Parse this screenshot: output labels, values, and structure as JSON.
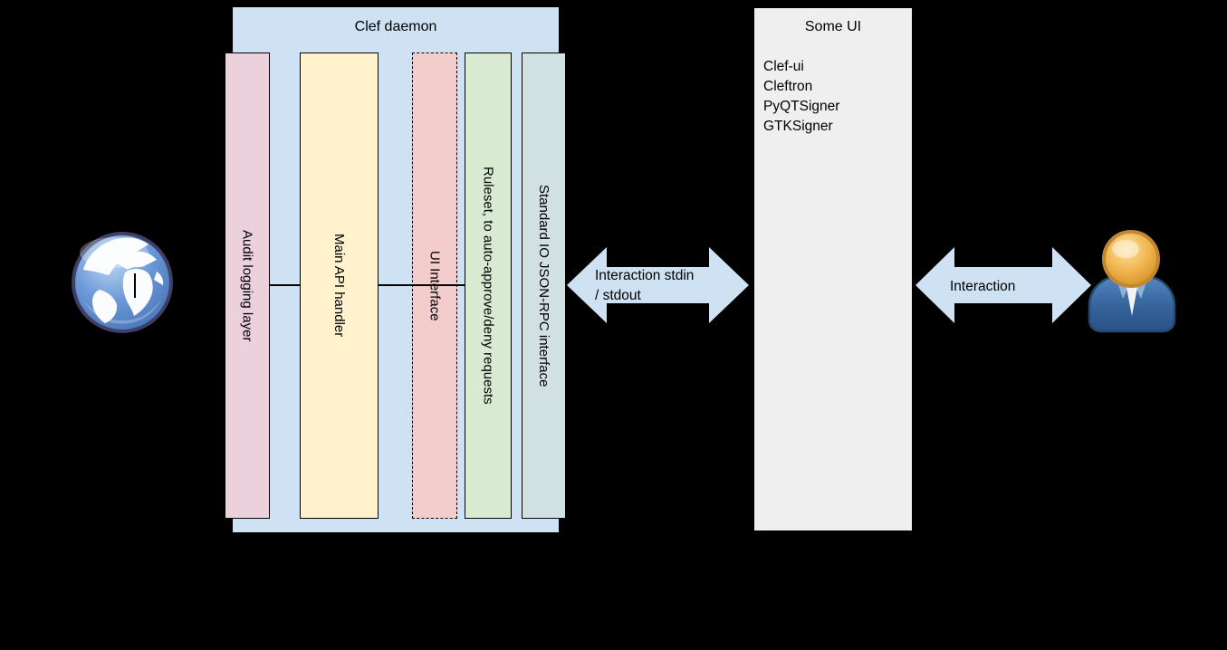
{
  "diagram": {
    "background_color": "#000000",
    "line_color": "#000000",
    "arrow_color": "#cfe2f3",
    "clef_daemon": {
      "title": "Clef daemon",
      "box_color": "#cfe2f3",
      "layers": [
        {
          "label": "Audit logging layer",
          "color": "#ead1dc",
          "border_style": "solid"
        },
        {
          "label": "Main API handler",
          "color": "#fff2cc",
          "border_style": "solid"
        },
        {
          "label": "UI Interface",
          "color": "#f4cccc",
          "border_style": "dashed"
        },
        {
          "label": "Ruleset, to auto-approve/deny requests",
          "color": "#d9ead3",
          "border_style": "solid"
        },
        {
          "label": "Standard IO JSON-RPC interface",
          "color": "#d0e0e3",
          "border_style": "solid"
        }
      ]
    },
    "arrows": {
      "daemon_to_ui": {
        "line1": "Interaction stdin",
        "line2": "/ stdout"
      },
      "ui_to_user": {
        "line1": "Interaction"
      }
    },
    "some_ui": {
      "title": "Some UI",
      "box_color": "#efefef",
      "items": [
        "Clef-ui",
        "Cleftron",
        "PyQTSigner",
        "GTKSigner"
      ]
    },
    "icons": {
      "left": "globe-icon",
      "right": "user-icon"
    }
  }
}
